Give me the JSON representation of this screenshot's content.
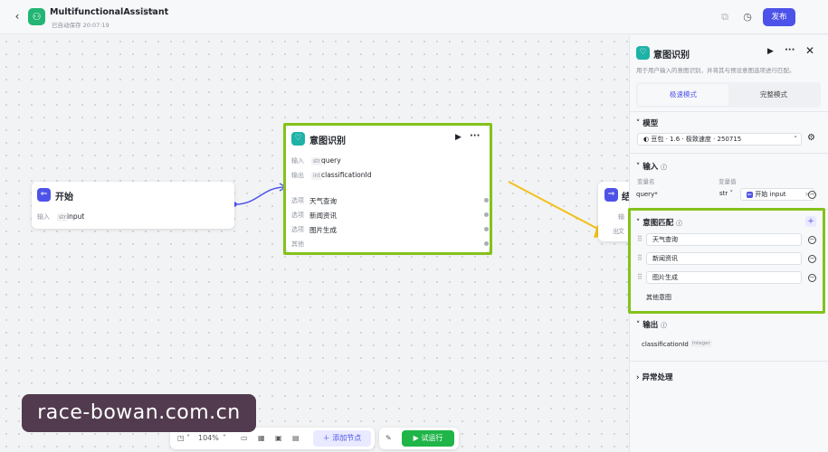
{
  "header": {
    "app_title": "MultifunctionalAssistant",
    "autosave": "已自动保存 20:07:19",
    "publish_label": "发布"
  },
  "nodes": {
    "start": {
      "title": "开始",
      "input_label": "输入",
      "input_type": "str",
      "input_name": "input"
    },
    "intent": {
      "title": "意图识别",
      "input_label": "输入",
      "input_type": "str",
      "input_name": "query",
      "output_label": "输出",
      "output_type": "int",
      "output_name": "classificationId",
      "options": [
        {
          "label": "选项",
          "value": "天气查询"
        },
        {
          "label": "选项",
          "value": "新闻资讯"
        },
        {
          "label": "选项",
          "value": "图片生成"
        }
      ],
      "other_label": "其他"
    },
    "end_partial": {
      "title": "结",
      "row1": "输",
      "row2": "出",
      "row2b": "文"
    }
  },
  "toolbar": {
    "zoom": "104%",
    "add_node_label": "添加节点",
    "trial_run_label": "试运行"
  },
  "panel": {
    "title": "意图识别",
    "description": "用于用户输入的意图识别，并将其与预设意图选项进行匹配。",
    "tabs": [
      "极速模式",
      "完整模式"
    ],
    "model_section": "模型",
    "model_value": "豆包 · 1.6 · 极致速度 · 250715",
    "input_section": "输入",
    "col_var_name": "变量名",
    "col_var_value": "变量值",
    "input_var_name": "query*",
    "input_var_type": "str",
    "input_var_source": "开始",
    "input_var_ref": "input",
    "intent_section": "意图匹配",
    "intents": [
      "天气查询",
      "新闻资讯",
      "图片生成"
    ],
    "other_intent": "其他意图",
    "output_section": "输出",
    "output_name": "classificationId",
    "output_type": "Integer",
    "exception_section": "异常处理"
  },
  "watermark": "race-bowan.com.cn",
  "colors": {
    "accent": "#4d53e8",
    "highlight": "#84c21b",
    "run": "#1fb548",
    "intent_icon": "#1fb2a6",
    "arrow": "#f2c01a"
  }
}
